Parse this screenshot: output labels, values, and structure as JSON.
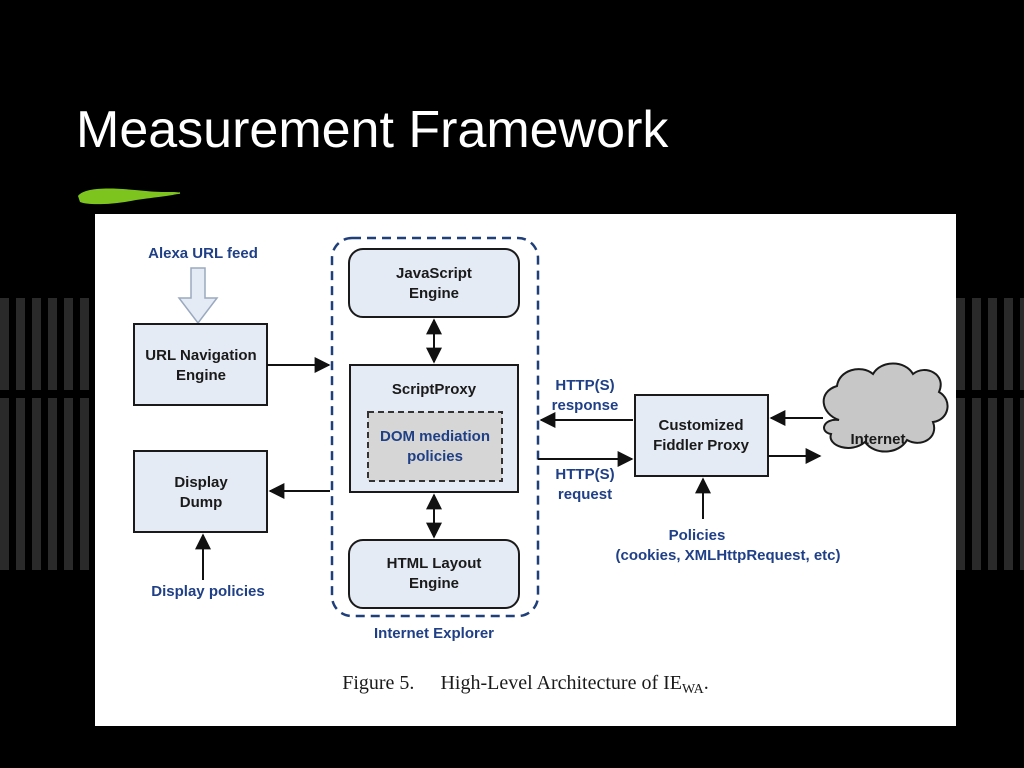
{
  "slide": {
    "title": "Measurement Framework"
  },
  "diagram": {
    "nodes": {
      "alexa_feed": "Alexa URL feed",
      "url_nav": [
        "URL Navigation",
        "Engine"
      ],
      "display_dump": [
        "Display",
        "Dump"
      ],
      "display_policies": "Display policies",
      "js_engine": [
        "JavaScript",
        "Engine"
      ],
      "script_proxy": "ScriptProxy",
      "dom_mediation": [
        "DOM mediation",
        "policies"
      ],
      "html_layout": [
        "HTML Layout",
        "Engine"
      ],
      "ie_group": "Internet Explorer",
      "fiddler": [
        "Customized",
        "Fiddler Proxy"
      ],
      "internet": "Internet",
      "policies": [
        "Policies",
        "(cookies, XMLHttpRequest, etc)"
      ]
    },
    "edges": {
      "http_response": [
        "HTTP(S)",
        "response"
      ],
      "http_request": [
        "HTTP(S)",
        "request"
      ]
    },
    "colors": {
      "box_fill": "#e4ebf5",
      "box_stroke": "#1a1a1a",
      "label_blue": "#1f3f86",
      "dashed_group": "#1f3f7a",
      "cloud_fill": "#c7c7c7",
      "accent_green": "#7dc41e"
    }
  },
  "caption": {
    "figure_no": "Figure 5.",
    "text": "High-Level Architecture of IE",
    "subscript": "WA",
    "end": "."
  }
}
